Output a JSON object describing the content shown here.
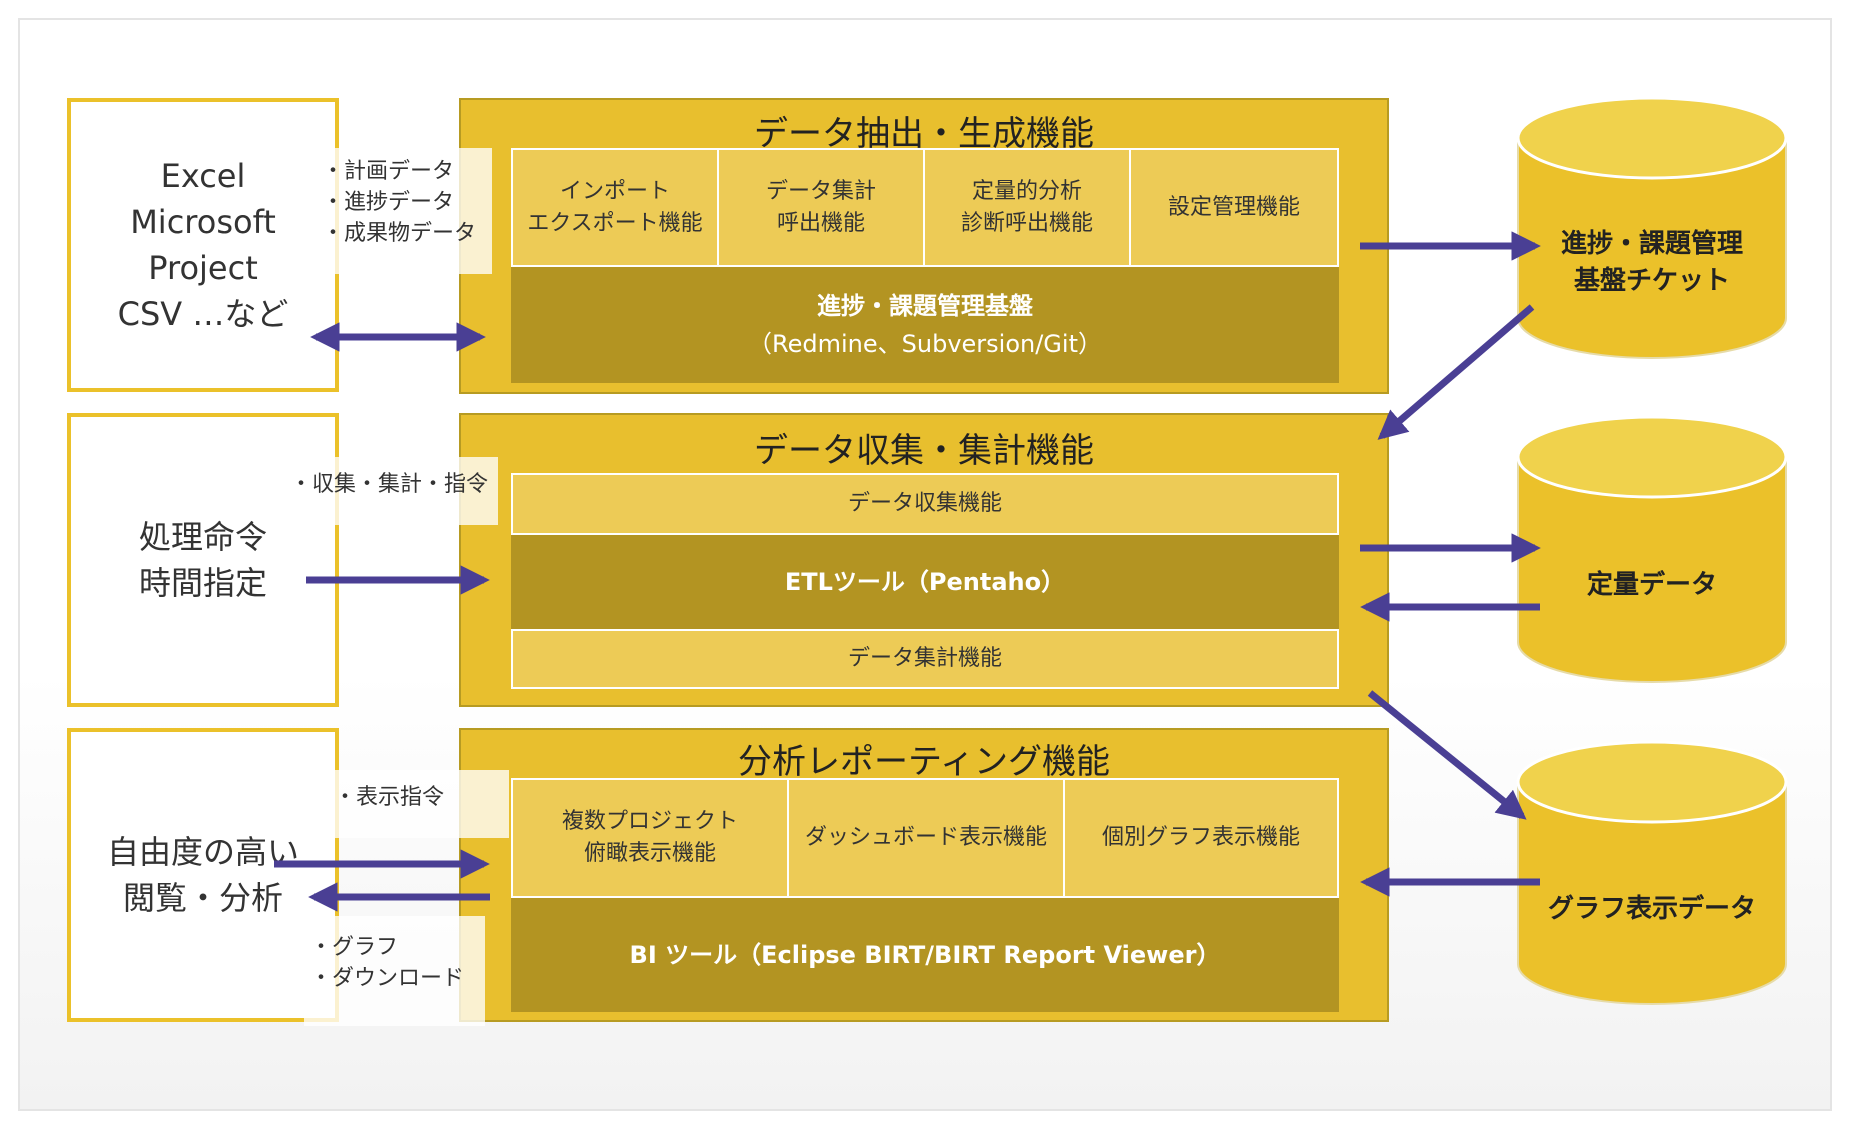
{
  "sources": {
    "s1": [
      "Excel",
      "Microsoft Project",
      "CSV …など"
    ],
    "s2": [
      "処理命令",
      "時間指定"
    ],
    "s3": [
      "自由度の高い",
      "閲覧・分析"
    ]
  },
  "labels": {
    "l1": [
      "・計画データ",
      "・進捗データ",
      "・成果物データ"
    ],
    "l2": [
      "・収集・集計・指令"
    ],
    "l3": [
      "・表示指令"
    ],
    "l4": [
      "・グラフ",
      "・ダウンロード"
    ]
  },
  "extract": {
    "title": "データ抽出・生成機能",
    "cells": [
      [
        "インポート",
        "エクスポート機能"
      ],
      [
        "データ集計",
        "呼出機能"
      ],
      [
        "定量的分析",
        "診断呼出機能"
      ],
      [
        "設定管理機能"
      ]
    ],
    "band": [
      "進捗・課題管理基盤",
      "（Redmine、Subversion/Git）"
    ]
  },
  "collect": {
    "title": "データ収集・集計機能",
    "cell_top": "データ収集機能",
    "band": "ETLツール（Pentaho）",
    "cell_bottom": "データ集計機能"
  },
  "report": {
    "title": "分析レポーティング機能",
    "cells": [
      [
        "複数プロジェクト",
        "俯瞰表示機能"
      ],
      [
        "ダッシュボード表示機能"
      ],
      [
        "個別グラフ表示機能"
      ]
    ],
    "band": "BI ツール（Eclipse BIRT/BIRT Report Viewer）"
  },
  "databases": {
    "d1": [
      "進捗・課題管理",
      "基盤チケット"
    ],
    "d2": [
      "定量データ"
    ],
    "d3": [
      "グラフ表示データ"
    ]
  },
  "colors": {
    "accent": "#ebc12a",
    "section": "#e8bf2e",
    "band": "#b39422",
    "cell": "#edcb56",
    "arrow": "#4a3f94"
  }
}
